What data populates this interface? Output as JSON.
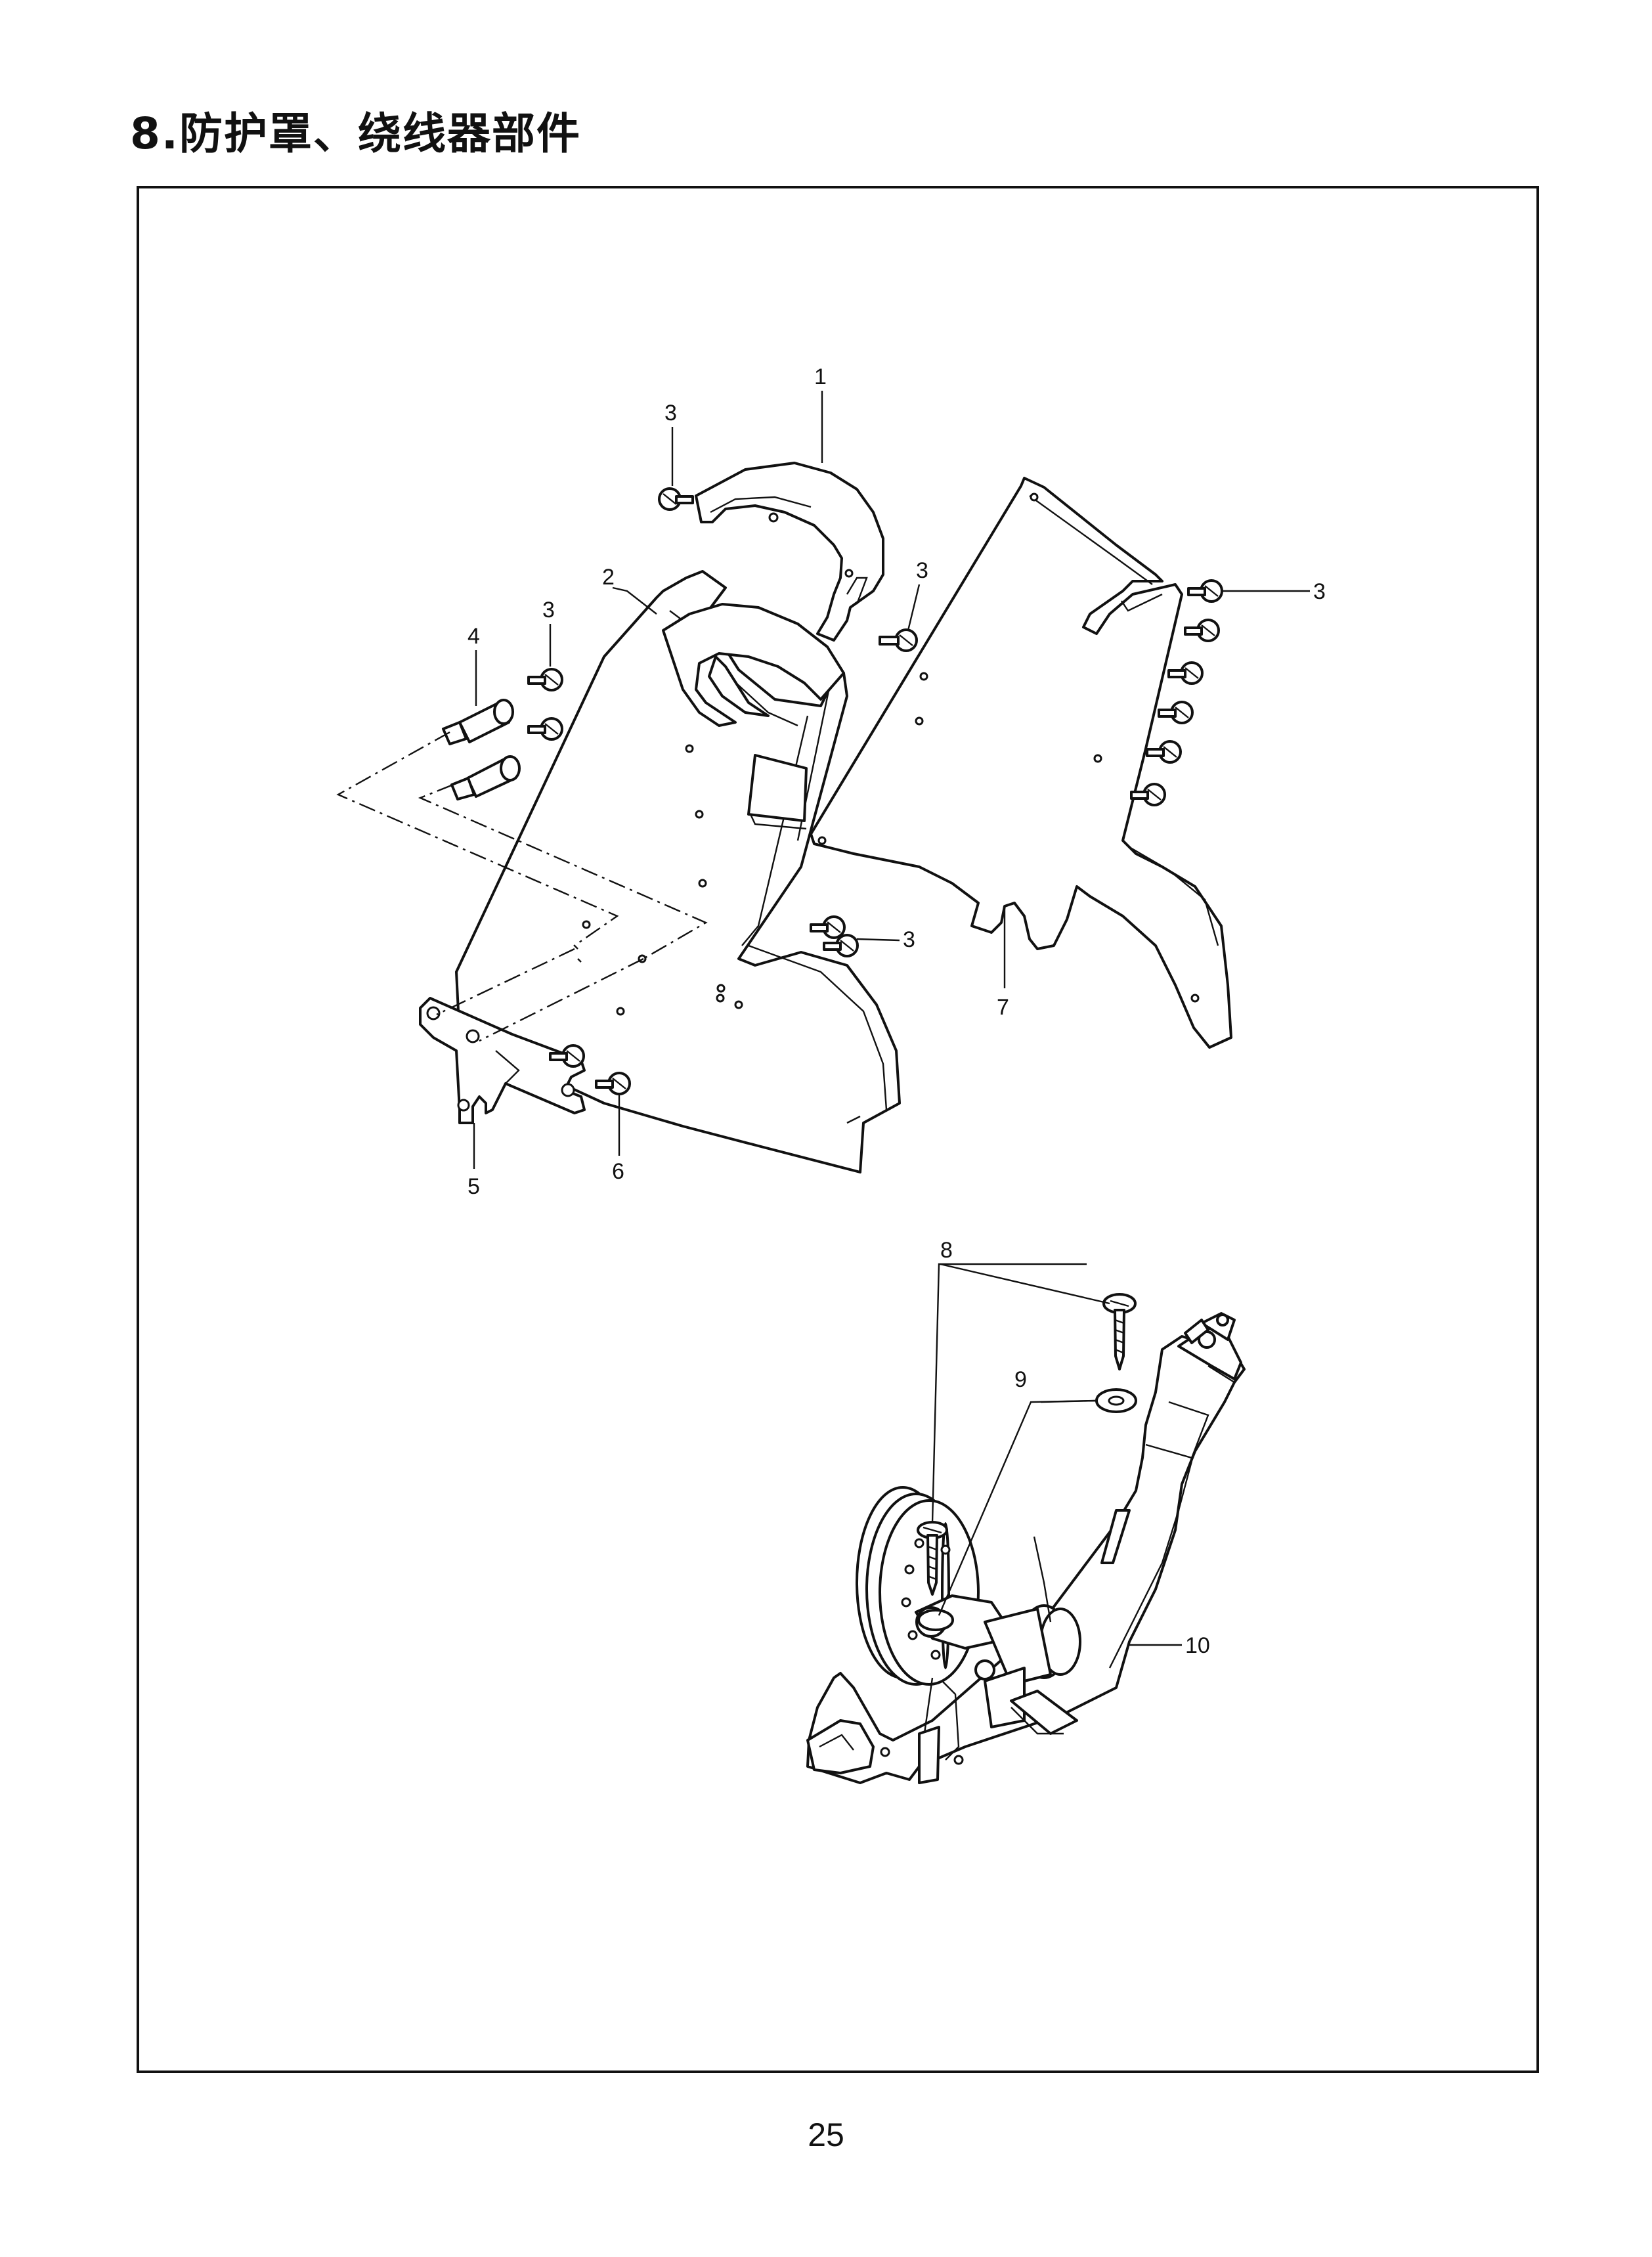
{
  "page": {
    "title": "8.防护罩、绕线器部件",
    "page_number": "25"
  },
  "callouts": [
    "1",
    "2",
    "3",
    "3",
    "3",
    "3",
    "3",
    "4",
    "5",
    "6",
    "7",
    "8",
    "9",
    "10"
  ]
}
